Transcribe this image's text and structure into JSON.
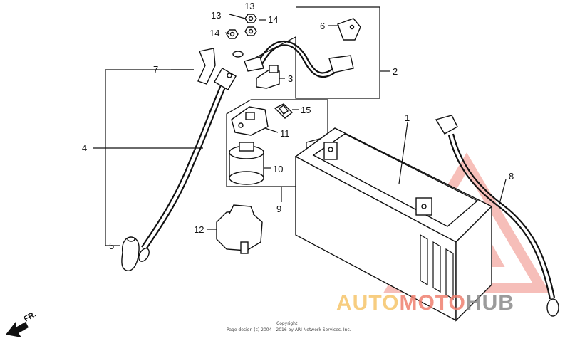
{
  "callouts": {
    "c1": "1",
    "c2": "2",
    "c3": "3",
    "c4": "4",
    "c5": "5",
    "c6": "6",
    "c7": "7",
    "c8": "8",
    "c9": "9",
    "c10": "10",
    "c11": "11",
    "c12": "12",
    "c13a": "13",
    "c13b": "13",
    "c14a": "14",
    "c14b": "14",
    "c15": "15"
  },
  "footer": {
    "copyright_title": "Copyright",
    "copyright_line": "Page design (c) 2004 - 2016 by ARI Network Services, Inc."
  },
  "direction": {
    "label": "FR."
  },
  "watermark": {
    "auto": "AUTO",
    "moto": "MOTO",
    "hub": "HUB",
    "colors": {
      "auto": "#f6c56a",
      "moto": "#ef7f6f",
      "hub": "#8a8a8a",
      "logo": "#f08a80"
    }
  }
}
